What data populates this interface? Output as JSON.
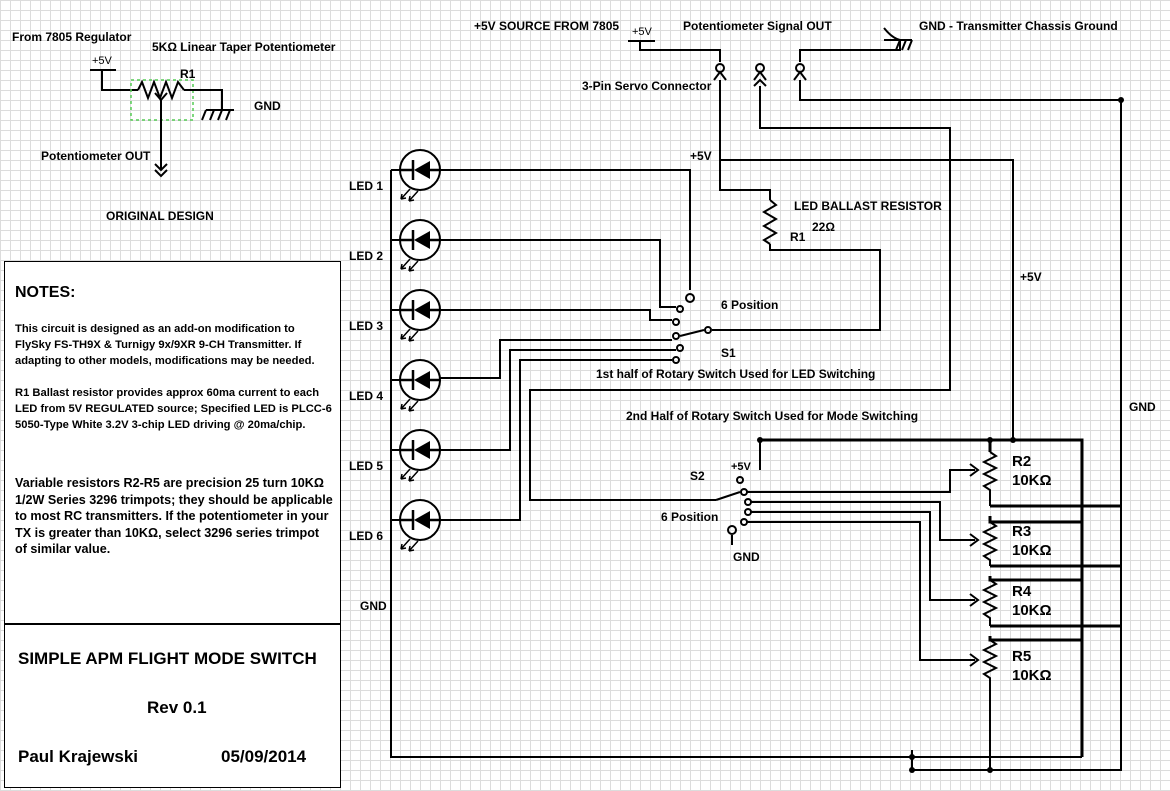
{
  "original_design": {
    "from_regulator": "From 7805 Regulator",
    "pot_desc": "5KΩ Linear Taper Potentiometer",
    "plus5v": "+5V",
    "r1": "R1",
    "gnd": "GND",
    "pot_out": "Potentiometer OUT",
    "caption": "ORIGINAL DESIGN"
  },
  "connector": {
    "source": "+5V SOURCE FROM 7805",
    "plus5v": "+5V",
    "signal_out": "Potentiometer Signal OUT",
    "gnd_label": "GND - Transmitter Chassis Ground",
    "connector_label": "3-Pin Servo Connector"
  },
  "leds": [
    "LED 1",
    "LED 2",
    "LED 3",
    "LED 4",
    "LED 5",
    "LED 6"
  ],
  "led_section": {
    "gnd": "GND",
    "plus5v": "+5V",
    "ballast_label": "LED BALLAST RESISTOR",
    "ballast_ref": "R1",
    "ballast_value": "22Ω",
    "s1_position": "6 Position",
    "s1_ref": "S1",
    "s1_caption": "1st half of Rotary Switch Used for LED Switching"
  },
  "mode_section": {
    "caption": "2nd Half of Rotary Switch Used for Mode Switching",
    "s2_ref": "S2",
    "s2_plus5v": "+5V",
    "s2_position": "6 Position",
    "s2_gnd": "GND",
    "rail_plus5v": "+5V",
    "rail_gnd": "GND",
    "resistors": [
      {
        "ref": "R2",
        "value": "10KΩ"
      },
      {
        "ref": "R3",
        "value": "10KΩ"
      },
      {
        "ref": "R4",
        "value": "10KΩ"
      },
      {
        "ref": "R5",
        "value": "10KΩ"
      }
    ]
  },
  "notes": {
    "heading": "NOTES:",
    "p1": "This circuit is designed as an add-on modification to FlySky FS-TH9X & Turnigy 9x/9XR 9-CH Transmitter. If adapting to other models, modifications may be needed.",
    "p2": "R1 Ballast resistor provides approx 60ma current to each LED from 5V REGULATED source; Specified LED is PLCC-6 5050-Type White 3.2V 3-chip LED driving @ 20ma/chip.",
    "p3": "Variable resistors R2-R5 are precision 25 turn 10KΩ 1/2W Series 3296 trimpots; they should be applicable to most RC transmitters. If the potentiometer in your TX is greater than 10KΩ, select 3296 series trimpot of similar value."
  },
  "title_block": {
    "title": "SIMPLE APM FLIGHT MODE SWITCH",
    "rev": "Rev 0.1",
    "author": "Paul Krajewski",
    "date": "05/09/2014"
  }
}
